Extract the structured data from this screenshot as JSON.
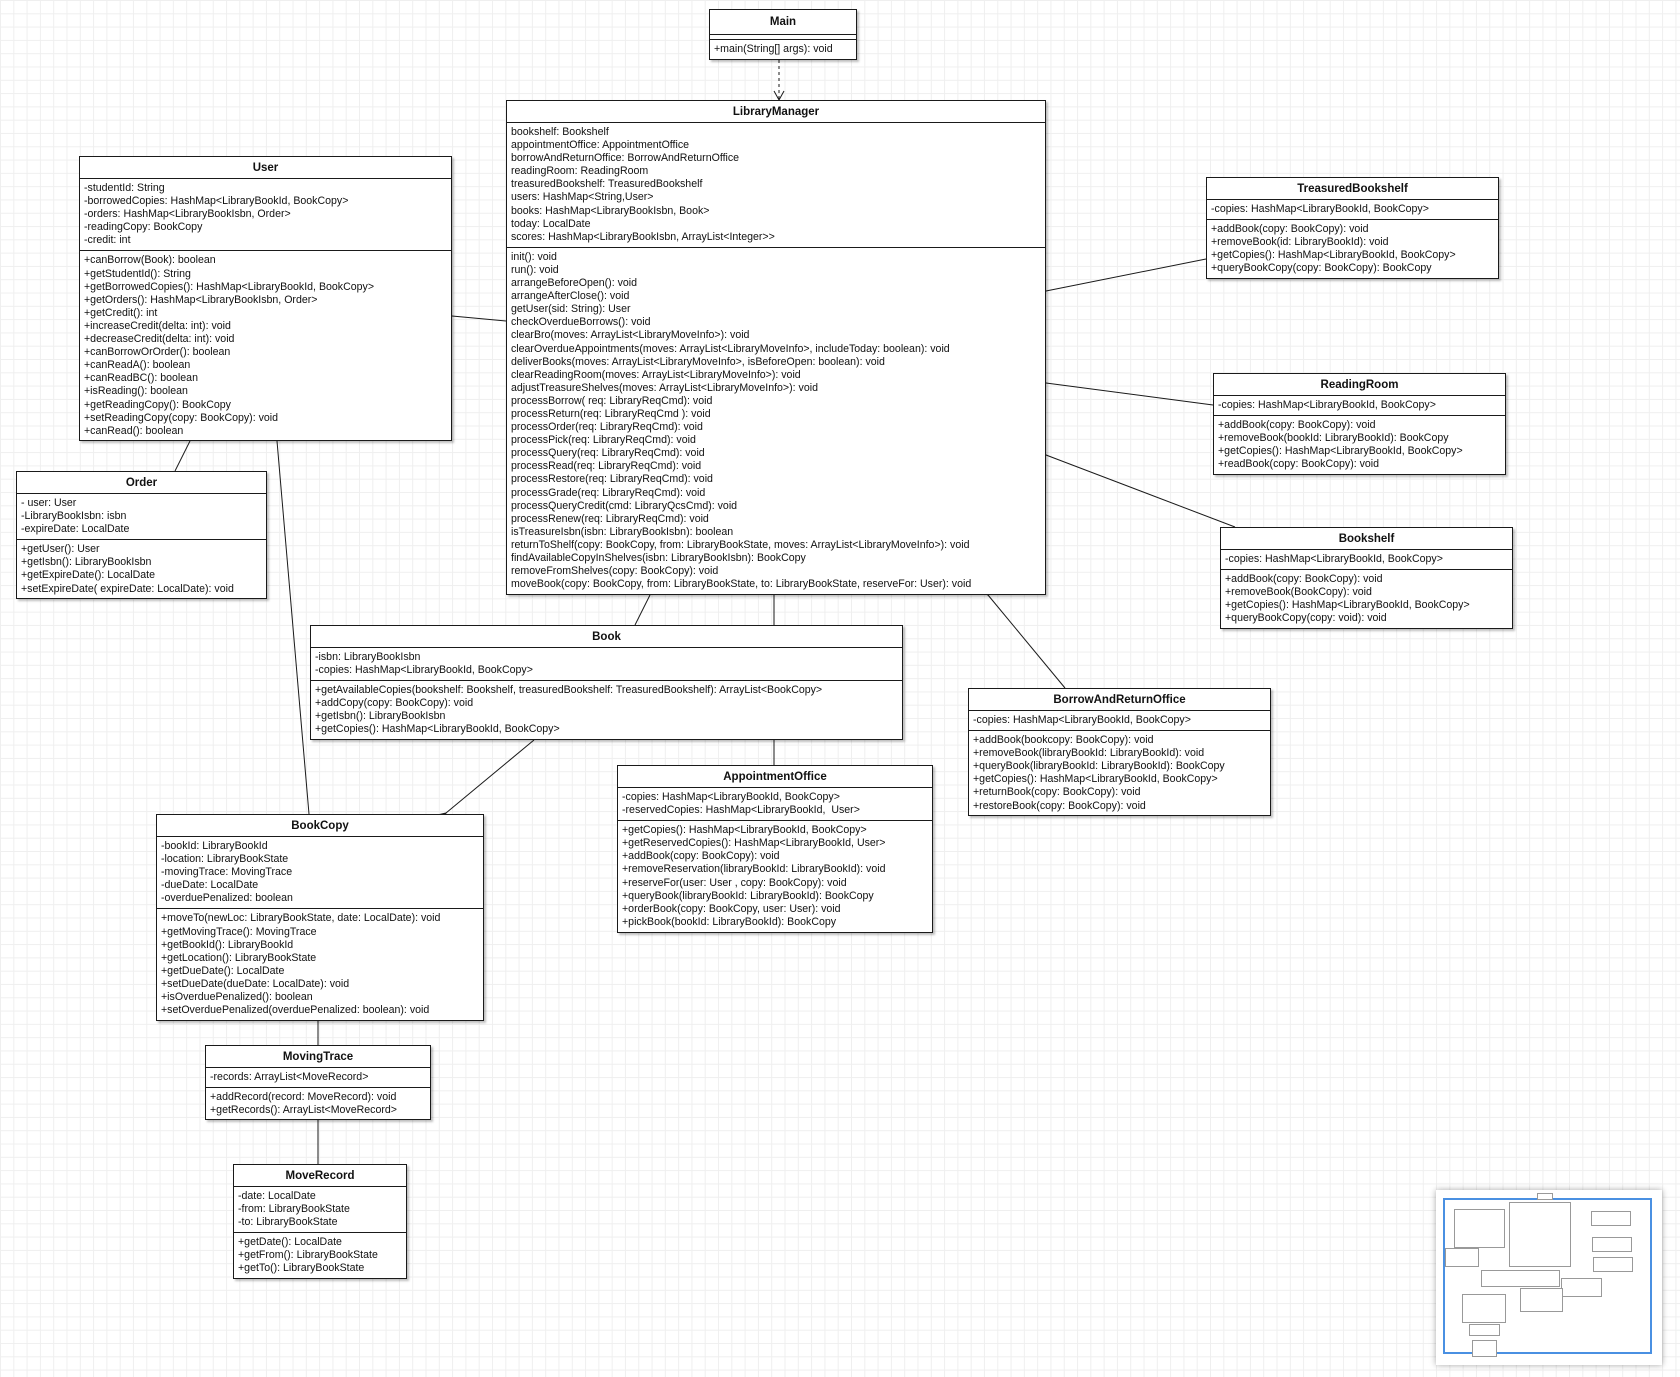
{
  "classes": {
    "main": {
      "name": "Main",
      "attributes": [],
      "operations": [
        "+main(String[] args): void"
      ]
    },
    "library_manager": {
      "name": "LibraryManager",
      "attributes": [
        "bookshelf: Bookshelf",
        "appointmentOffice: AppointmentOffice",
        "borrowAndReturnOffice: BorrowAndReturnOffice",
        "readingRoom: ReadingRoom",
        "treasuredBookshelf: TreasuredBookshelf",
        "users: HashMap<String,User>",
        "books: HashMap<LibraryBookIsbn, Book>",
        "today: LocalDate",
        "scores: HashMap<LibraryBookIsbn, ArrayList<Integer>>"
      ],
      "operations": [
        "init(): void",
        "run(): void",
        "arrangeBeforeOpen(): void",
        "arrangeAfterClose(): void",
        "getUser(sid: String): User",
        "checkOverdueBorrows(): void",
        "clearBro(moves: ArrayList<LibraryMoveInfo>): void",
        "clearOverdueAppointments(moves: ArrayList<LibraryMoveInfo>, includeToday: boolean): void",
        "deliverBooks(moves: ArrayList<LibraryMoveInfo>, isBeforeOpen: boolean): void",
        "clearReadingRoom(moves: ArrayList<LibraryMoveInfo>): void",
        "adjustTreasureShelves(moves: ArrayList<LibraryMoveInfo>): void",
        "processBorrow( req: LibraryReqCmd): void",
        "processReturn(req: LibraryReqCmd ): void",
        "processOrder(req: LibraryReqCmd): void",
        "processPick(req: LibraryReqCmd): void",
        "processQuery(req: LibraryReqCmd): void",
        "processRead(req: LibraryReqCmd): void",
        "processRestore(req: LibraryReqCmd): void",
        "processGrade(req: LibraryReqCmd): void",
        "processQueryCredit(cmd: LibraryQcsCmd): void",
        "processRenew(req: LibraryReqCmd): void",
        "isTreasureIsbn(isbn: LibraryBookIsbn): boolean",
        "returnToShelf(copy: BookCopy, from: LibraryBookState, moves: ArrayList<LibraryMoveInfo>): void",
        "findAvailableCopyInShelves(isbn: LibraryBookIsbn): BookCopy",
        "removeFromShelves(copy: BookCopy): void",
        "moveBook(copy: BookCopy, from: LibraryBookState, to: LibraryBookState, reserveFor: User): void"
      ]
    },
    "user": {
      "name": "User",
      "attributes": [
        "-studentId: String",
        "-borrowedCopies: HashMap<LibraryBookId, BookCopy>",
        "-orders: HashMap<LibraryBookIsbn, Order>",
        "-readingCopy: BookCopy",
        "-credit: int"
      ],
      "operations": [
        "+canBorrow(Book): boolean",
        "+getStudentId(): String",
        "+getBorrowedCopies(): HashMap<LibraryBookId, BookCopy>",
        "+getOrders(): HashMap<LibraryBookIsbn, Order>",
        "+getCredit(): int",
        "+increaseCredit(delta: int): void",
        "+decreaseCredit(delta: int): void",
        "+canBorrowOrOrder(): boolean",
        "+canReadA(): boolean",
        "+canReadBC(): boolean",
        "+isReading(): boolean",
        "+getReadingCopy(): BookCopy",
        "+setReadingCopy(copy: BookCopy): void",
        "+canRead(): boolean"
      ]
    },
    "order": {
      "name": "Order",
      "attributes": [
        "- user: User",
        "-LibraryBookIsbn: isbn",
        "-expireDate: LocalDate"
      ],
      "operations": [
        "+getUser(): User",
        "+getIsbn(): LibraryBookIsbn",
        "+getExpireDate(): LocalDate",
        "+setExpireDate( expireDate: LocalDate): void"
      ]
    },
    "treasured_bookshelf": {
      "name": "TreasuredBookshelf",
      "attributes": [
        "-copies: HashMap<LibraryBookId, BookCopy>"
      ],
      "operations": [
        "+addBook(copy: BookCopy): void",
        "+removeBook(id: LibraryBookId): void",
        "+getCopies(): HashMap<LibraryBookId, BookCopy>",
        "+queryBookCopy(copy: BookCopy): BookCopy"
      ]
    },
    "reading_room": {
      "name": "ReadingRoom",
      "attributes": [
        "-copies: HashMap<LibraryBookId, BookCopy>"
      ],
      "operations": [
        "+addBook(copy: BookCopy): void",
        "+removeBook(bookId: LibraryBookId): BookCopy",
        "+getCopies(): HashMap<LibraryBookId, BookCopy>",
        "+readBook(copy: BookCopy): void"
      ]
    },
    "bookshelf": {
      "name": "Bookshelf",
      "attributes": [
        "-copies: HashMap<LibraryBookId, BookCopy>"
      ],
      "operations": [
        "+addBook(copy: BookCopy): void",
        "+removeBook(BookCopy): void",
        "+getCopies(): HashMap<LibraryBookId, BookCopy>",
        "+queryBookCopy(copy: void): void"
      ]
    },
    "book": {
      "name": "Book",
      "attributes": [
        "-isbn: LibraryBookIsbn",
        "-copies: HashMap<LibraryBookId, BookCopy>"
      ],
      "operations": [
        "+getAvailableCopies(bookshelf: Bookshelf, treasuredBookshelf: TreasuredBookshelf): ArrayList<BookCopy>",
        "+addCopy(copy: BookCopy): void",
        "+getIsbn(): LibraryBookIsbn",
        "+getCopies(): HashMap<LibraryBookId, BookCopy>"
      ]
    },
    "borrow_and_return_office": {
      "name": "BorrowAndReturnOffice",
      "attributes": [
        "-copies: HashMap<LibraryBookId, BookCopy>"
      ],
      "operations": [
        "+addBook(bookcopy: BookCopy): void",
        "+removeBook(libraryBookId: LibraryBookId): void",
        "+queryBook(libraryBookId: LibraryBookId): BookCopy",
        "+getCopies(): HashMap<LibraryBookId, BookCopy>",
        "+returnBook(copy: BookCopy): void",
        "+restoreBook(copy: BookCopy): void"
      ]
    },
    "appointment_office": {
      "name": "AppointmentOffice",
      "attributes": [
        "-copies: HashMap<LibraryBookId, BookCopy>",
        "-reservedCopies: HashMap<LibraryBookId,  User>"
      ],
      "operations": [
        "+getCopies(): HashMap<LibraryBookId, BookCopy>",
        "+getReservedCopies(): HashMap<LibraryBookId, User>",
        "+addBook(copy: BookCopy): void",
        "+removeReservation(libraryBookId: LibraryBookId): void",
        "+reserveFor(user: User , copy: BookCopy): void",
        "+queryBook(libraryBookId: LibraryBookId): BookCopy",
        "+orderBook(copy: BookCopy, user: User): void",
        "+pickBook(bookId: LibraryBookId): BookCopy"
      ]
    },
    "book_copy": {
      "name": "BookCopy",
      "attributes": [
        "-bookId: LibraryBookId",
        "-location: LibraryBookState",
        "-movingTrace: MovingTrace",
        "-dueDate: LocalDate",
        "-overduePenalized: boolean"
      ],
      "operations": [
        "+moveTo(newLoc: LibraryBookState, date: LocalDate): void",
        "+getMovingTrace(): MovingTrace",
        "+getBookId(): LibraryBookId",
        "+getLocation(): LibraryBookState",
        "+getDueDate(): LocalDate",
        "+setDueDate(dueDate: LocalDate): void",
        "+isOverduePenalized(): boolean",
        "+setOverduePenalized(overduePenalized: boolean): void"
      ]
    },
    "moving_trace": {
      "name": "MovingTrace",
      "attributes": [
        "-records: ArrayList<MoveRecord>"
      ],
      "operations": [
        "+addRecord(record: MoveRecord): void",
        "+getRecords(): ArrayList<MoveRecord>"
      ]
    },
    "move_record": {
      "name": "MoveRecord",
      "attributes": [
        "-date: LocalDate",
        "-from: LibraryBookState",
        "-to: LibraryBookState"
      ],
      "operations": [
        "+getDate(): LocalDate",
        "+getFrom(): LibraryBookState",
        "+getTo(): LibraryBookState"
      ]
    }
  },
  "relationships": [
    {
      "from": "main",
      "to": "library_manager",
      "kind": "dependency"
    },
    {
      "from": "library_manager",
      "to": "treasured_bookshelf",
      "kind": "composition"
    },
    {
      "from": "library_manager",
      "to": "reading_room",
      "kind": "composition"
    },
    {
      "from": "library_manager",
      "to": "bookshelf",
      "kind": "composition"
    },
    {
      "from": "library_manager",
      "to": "borrow_and_return_office",
      "kind": "composition"
    },
    {
      "from": "library_manager",
      "to": "appointment_office",
      "kind": "composition"
    },
    {
      "from": "library_manager",
      "to": "book",
      "kind": "association"
    },
    {
      "from": "library_manager",
      "to": "user",
      "kind": "association"
    },
    {
      "from": "user",
      "to": "order",
      "kind": "association"
    },
    {
      "from": "user",
      "to": "book_copy",
      "kind": "association"
    },
    {
      "from": "book",
      "to": "book_copy",
      "kind": "composition"
    },
    {
      "from": "book_copy",
      "to": "moving_trace",
      "kind": "composition"
    },
    {
      "from": "moving_trace",
      "to": "move_record",
      "kind": "composition"
    }
  ],
  "colors": {
    "line": "#1a1a1a",
    "grid": "#efefef",
    "minimap_frame": "#4a90e2"
  }
}
